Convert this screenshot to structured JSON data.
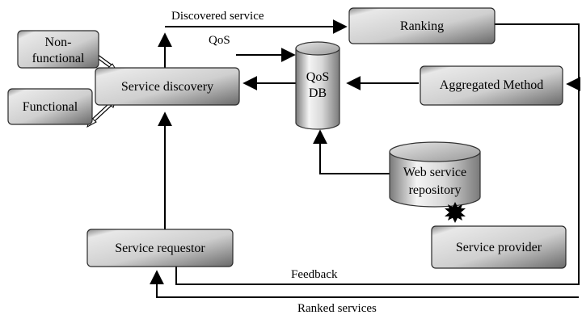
{
  "nodes": {
    "non_functional": [
      "Non-",
      "functional"
    ],
    "functional": "Functional",
    "service_discovery": "Service discovery",
    "ranking": "Ranking",
    "qos_db": [
      "QoS",
      "DB"
    ],
    "aggregated_method": "Aggregated Method",
    "web_service_repository": [
      "Web service",
      "repository"
    ],
    "service_requestor": "Service requestor",
    "service_provider": "Service provider"
  },
  "labels": {
    "discovered_service": "Discovered service",
    "qos": "QoS",
    "feedback": "Feedback",
    "ranked_services": "Ranked services"
  },
  "colors": {
    "box_light": "#e6e6e6",
    "box_dark": "#6e6e6e",
    "cylinder_light": "#f2f2f2",
    "cylinder_dark": "#8a8a8a",
    "line": "#000000"
  }
}
